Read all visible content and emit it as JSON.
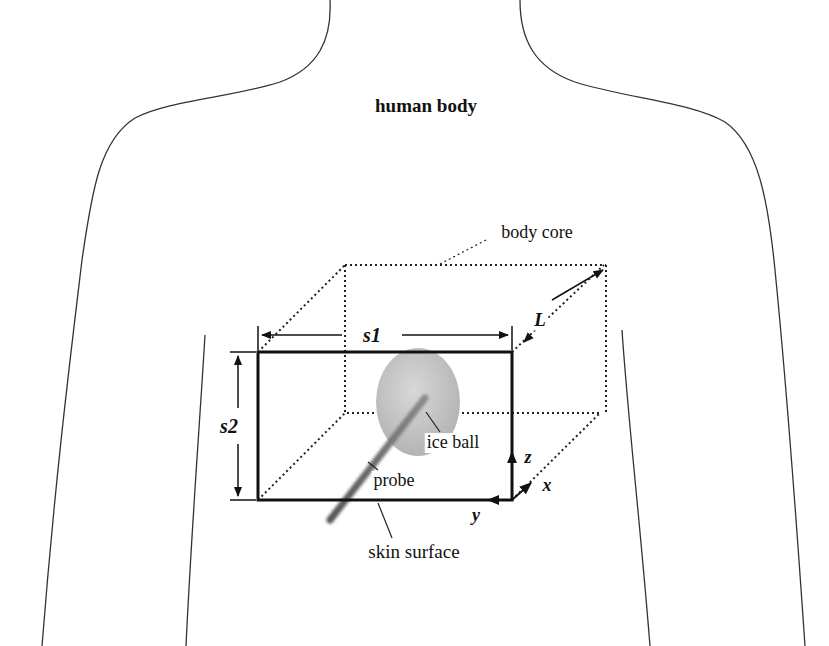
{
  "diagram": {
    "labels": [
      "human body",
      "body core",
      "s1",
      "s2",
      "L",
      "ice ball",
      "probe",
      "z",
      "x",
      "y",
      "skin surface"
    ]
  }
}
